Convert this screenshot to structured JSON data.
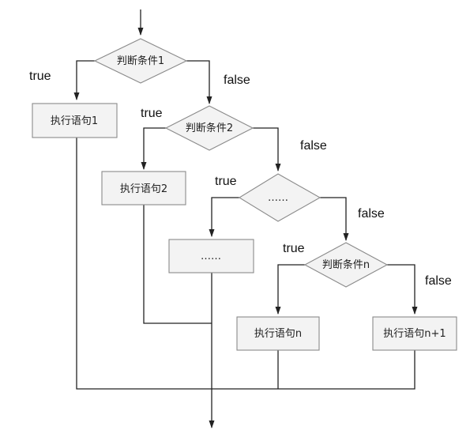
{
  "nodes": {
    "condition_1": "判断条件1",
    "action_1": "执行语句1",
    "condition_2": "判断条件2",
    "action_2": "执行语句2",
    "condition_ellipsis": "……",
    "action_ellipsis": "……",
    "condition_n": "判断条件n",
    "action_n": "执行语句n",
    "action_n_plus_1": "执行语句n+1"
  },
  "branches": {
    "true_1": "true",
    "false_1": "false",
    "true_2": "true",
    "false_2": "false",
    "true_3": "true",
    "false_3": "false",
    "true_n": "true",
    "false_n": "false"
  }
}
